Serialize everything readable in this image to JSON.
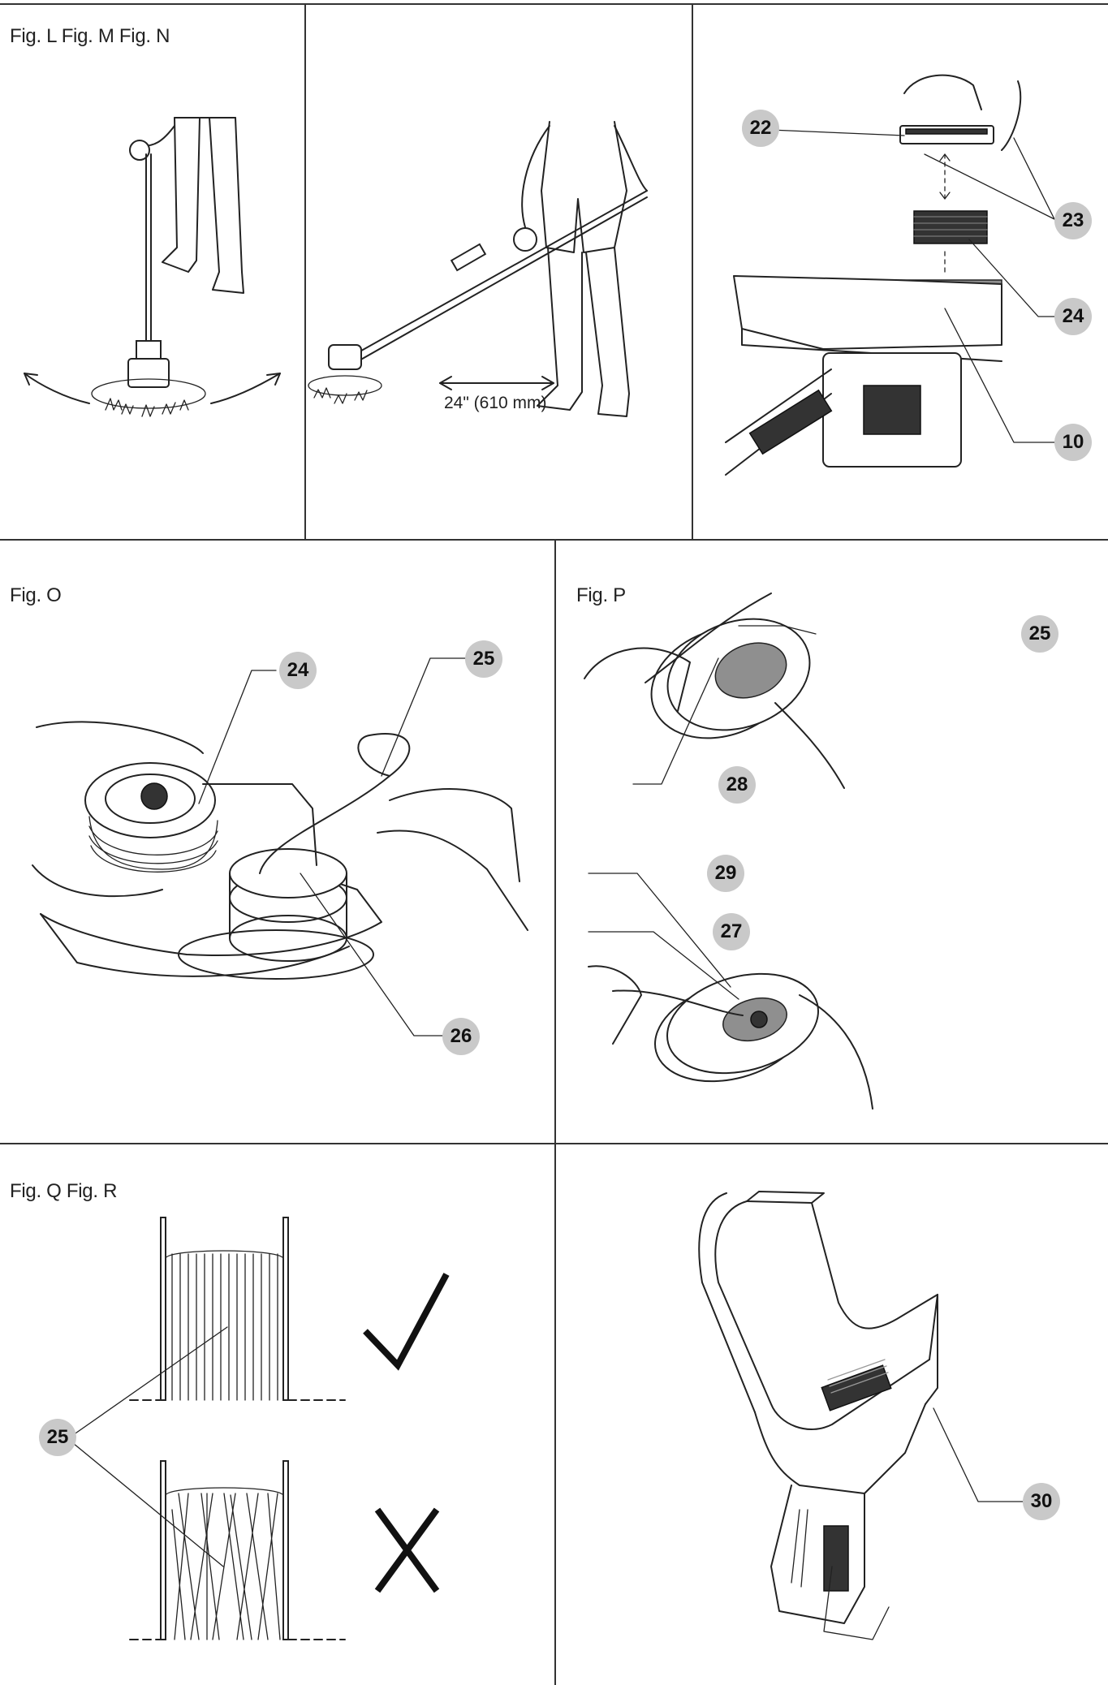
{
  "figures": {
    "row1_label": "Fig. L Fig. M Fig. N",
    "row2_left_label": "Fig. O",
    "row2_right_label": "Fig. P",
    "row3_label": "Fig. Q Fig. R"
  },
  "fig_m": {
    "distance_label": "24\" (610 mm)"
  },
  "fig_n": {
    "callouts": [
      "22",
      "23",
      "24",
      "10"
    ]
  },
  "fig_o": {
    "callouts": [
      "24",
      "25",
      "26"
    ]
  },
  "fig_p": {
    "callouts": [
      "25",
      "28",
      "29",
      "27"
    ]
  },
  "fig_q": {
    "callouts": [
      "25"
    ],
    "correct_symbol": "check-mark",
    "incorrect_symbol": "x-mark"
  },
  "fig_r": {
    "callouts": [
      "30"
    ]
  }
}
